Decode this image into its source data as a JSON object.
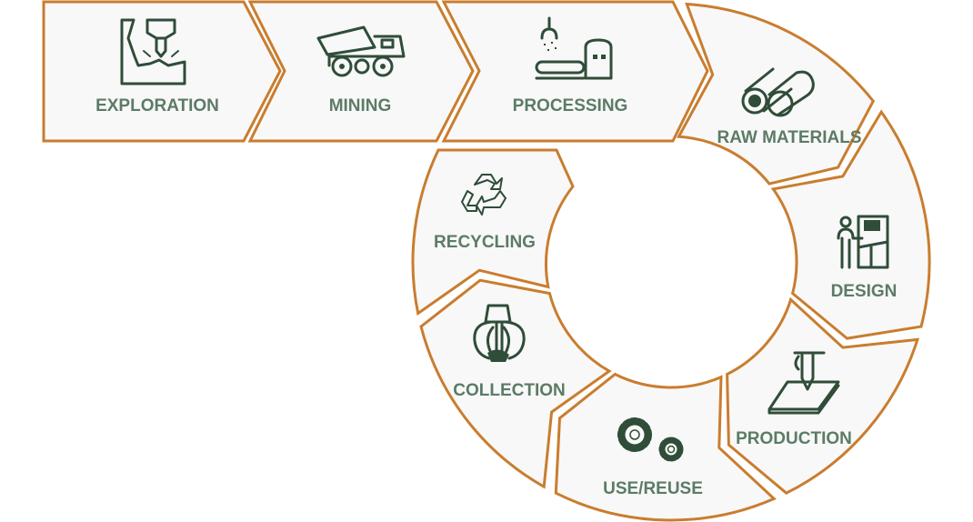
{
  "title": "Material lifecycle",
  "colors": {
    "border": "#c97d2f",
    "fill": "#f8f8f8",
    "label": "#5c7b66",
    "icon": "#2f4d38"
  },
  "linear_stages": [
    {
      "label": "EXPLORATION",
      "icon": "drill-icon"
    },
    {
      "label": "MINING",
      "icon": "dump-truck-icon"
    },
    {
      "label": "PROCESSING",
      "icon": "conveyor-icon"
    }
  ],
  "cycle_stages": [
    {
      "label": "RAW MATERIALS",
      "icon": "pipes-icon"
    },
    {
      "label": "DESIGN",
      "icon": "workstation-icon"
    },
    {
      "label": "PRODUCTION",
      "icon": "3d-printer-icon"
    },
    {
      "label": "USE/REUSE",
      "icon": "gears-icon"
    },
    {
      "label": "COLLECTION",
      "icon": "grapple-icon"
    },
    {
      "label": "RECYCLING",
      "icon": "recycle-icon"
    }
  ]
}
